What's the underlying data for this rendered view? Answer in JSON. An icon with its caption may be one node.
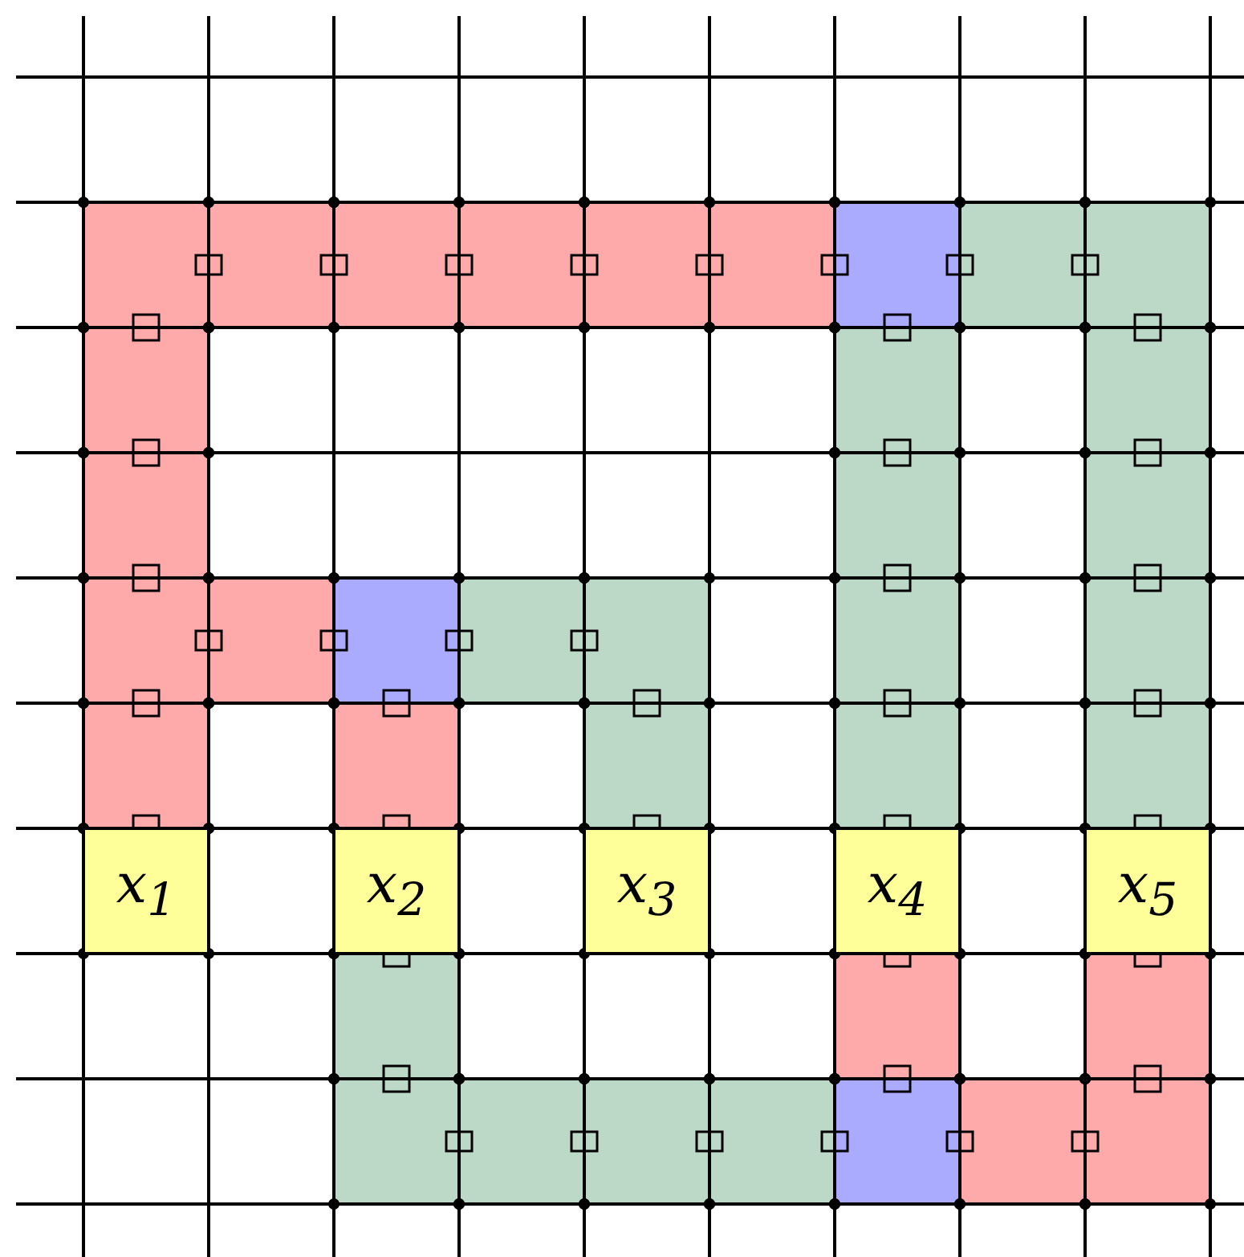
{
  "diagram": {
    "nodes": [
      {
        "text": [
          "x$_{1}$"
        ]
      },
      {
        "text": [
          "x$_{2}$"
        ]
      },
      {
        "text": [
          "x$_{3}$"
        ]
      },
      {
        "text": [
          "x$_{4}$"
        ]
      },
      {
        "text": [
          "x$_{5}$"
        ]
      }
    ]
  }
}
